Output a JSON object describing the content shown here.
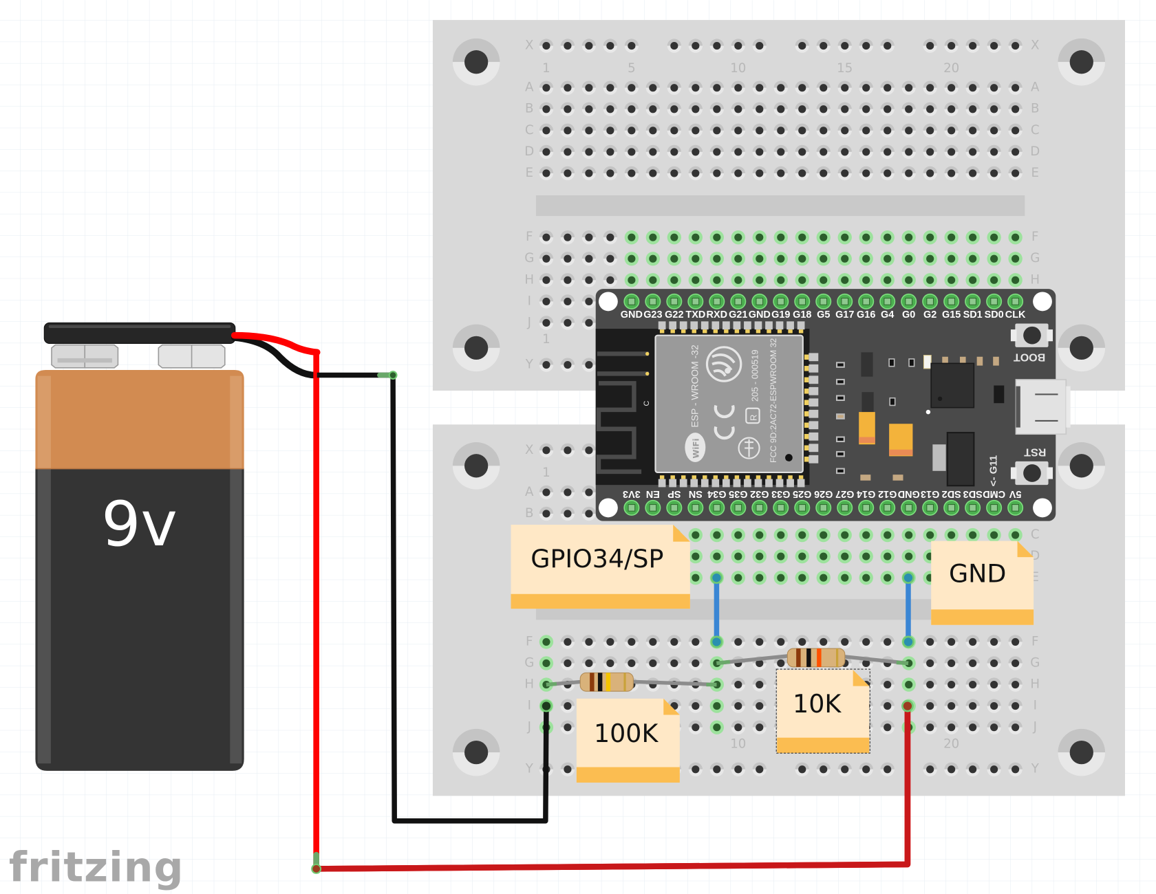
{
  "app": {
    "watermark": "fritzing"
  },
  "colors": {
    "grid": "#e6ecf3",
    "breadboard": "#d9d9d9",
    "hole": "#333333",
    "hole_connected": "#2c5e2c",
    "wire_red": "#ff0000",
    "wire_dark_red": "#c8181a",
    "wire_black": "#111111",
    "wire_blue": "#3a86d4",
    "note_body": "#ffe8c6",
    "note_band": "#fbbd51",
    "battery_top": "#d28b51",
    "battery_body": "#343434",
    "board": "#4a4a4a"
  },
  "battery": {
    "label": "9v"
  },
  "breadboards": [
    {
      "name": "upper",
      "row_labels_top": [
        "X",
        "A",
        "B",
        "C",
        "D",
        "E"
      ],
      "row_labels_bottom": [
        "F",
        "G",
        "H",
        "I",
        "J",
        "Y"
      ],
      "column_numbers_top": [
        "1",
        "5",
        "10",
        "15",
        "20"
      ],
      "column_numbers_bottom": [
        "1"
      ]
    },
    {
      "name": "lower",
      "row_labels_top": [
        "X",
        "A",
        "B",
        "C",
        "D",
        "E"
      ],
      "row_labels_bottom": [
        "F",
        "G",
        "H",
        "I",
        "J",
        "Y"
      ],
      "column_numbers_top": [
        "1"
      ],
      "column_numbers_bottom": [
        "10",
        "20"
      ]
    }
  ],
  "esp32": {
    "top_pins": [
      "GND",
      "G23",
      "G22",
      "TXD",
      "RXD",
      "G21",
      "GND",
      "G19",
      "G18",
      "G5",
      "G17",
      "G16",
      "G4",
      "G0",
      "G2",
      "G15",
      "SD1",
      "SD0",
      "CLK"
    ],
    "bottom_pins": [
      "3V3",
      "EN",
      "SP",
      "SN",
      "G34",
      "G35",
      "G32",
      "G33",
      "G25",
      "G26",
      "G27",
      "G14",
      "G12",
      "GND",
      "G13",
      "SD2",
      "SD3",
      "CMD",
      "5V"
    ],
    "module_text": [
      "ESP - WROOM -32",
      "205 - 000519",
      "FCC 9D:2AC72-ESPWROOM 32"
    ],
    "boot_label": "BOOT",
    "rst_label": "RST",
    "g11_label": "<- G11",
    "antenna_label": "C"
  },
  "notes": [
    {
      "id": "gpio34",
      "text": "GPIO34/SP"
    },
    {
      "id": "gnd",
      "text": "GND"
    },
    {
      "id": "r100k",
      "text": "100K"
    },
    {
      "id": "r10k",
      "text": "10K"
    }
  ],
  "resistors": [
    {
      "id": "r1",
      "value": "100K",
      "bands": [
        "#8b3a0c",
        "#111111",
        "#f5c400",
        "#c9a23a"
      ]
    },
    {
      "id": "r2",
      "value": "10K",
      "bands": [
        "#8b3a0c",
        "#111111",
        "#ff5200",
        "#c9a23a"
      ]
    }
  ]
}
